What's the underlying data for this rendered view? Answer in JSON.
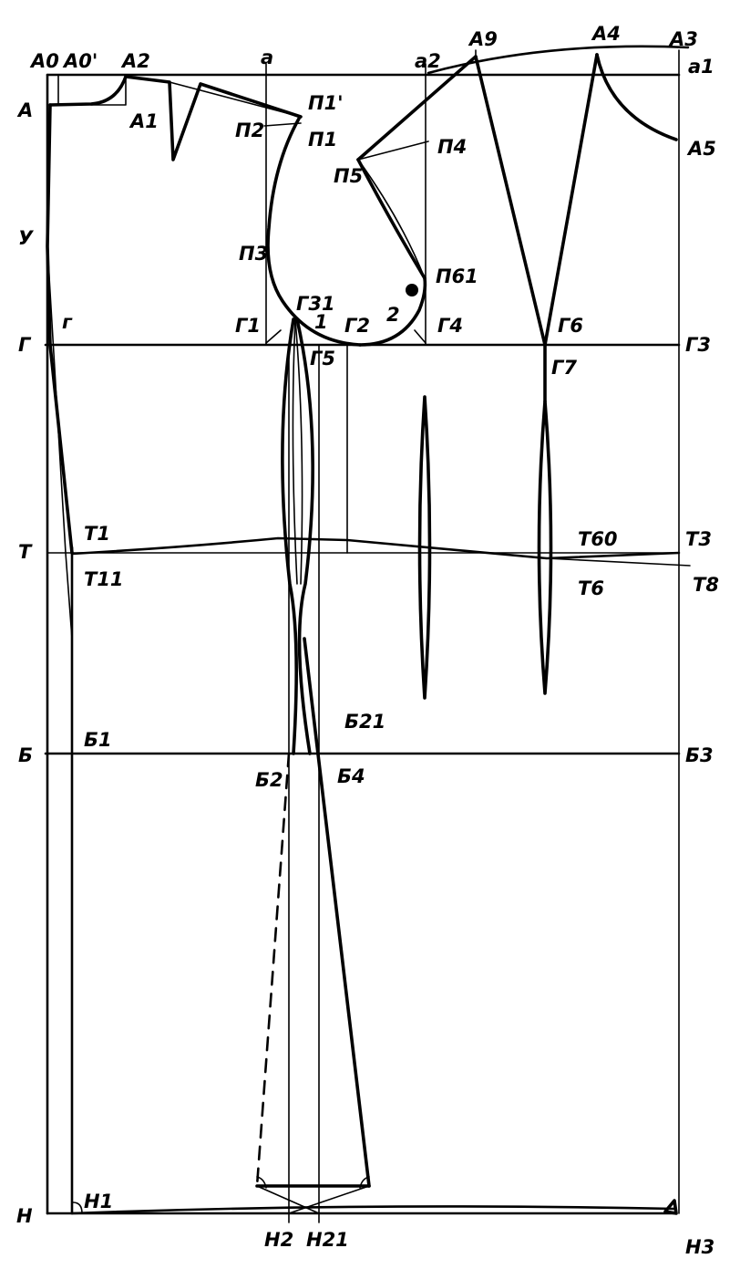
{
  "labels": {
    "a0": "А0",
    "a0p": "А0'",
    "a2": "А2",
    "a": "а",
    "a2s": "а2",
    "a9": "А9",
    "a4": "А4",
    "a3": "А3",
    "a1s": "а1",
    "A": "А",
    "A1": "А1",
    "a5": "А5",
    "p1p": "П1'",
    "p2": "П2",
    "p1": "П1",
    "p4": "П4",
    "p5": "П5",
    "p3": "П3",
    "p61": "П61",
    "y": "У",
    "g": "Г",
    "z": "г",
    "g1": "Г1",
    "g31": "Г31",
    "one": "1",
    "g2": "Г2",
    "two": "2",
    "g4": "Г4",
    "g6": "Г6",
    "g3": "Г3",
    "g5": "Г5",
    "g7": "Г7",
    "t": "Т",
    "t1": "Т1",
    "t11": "Т11",
    "t60": "Т60",
    "t3": "Т3",
    "t6": "Т6",
    "t8": "Т8",
    "b": "Б",
    "b1": "Б1",
    "b21": "Б21",
    "b3": "Б3",
    "b2": "Б2",
    "b4": "Б4",
    "h": "Н",
    "h1": "Н1",
    "h2": "Н2",
    "h21": "Н21",
    "h3": "Н3"
  }
}
